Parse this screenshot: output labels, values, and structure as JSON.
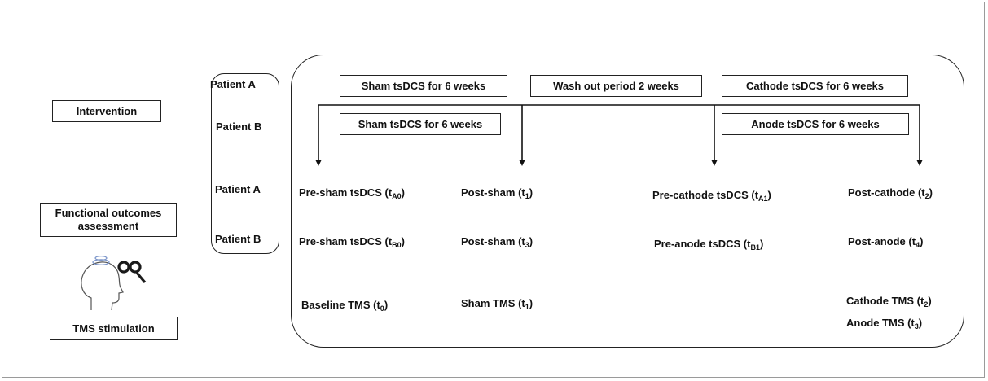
{
  "rows": {
    "intervention": "Intervention",
    "functional": "Functional outcomes assessment",
    "tms": "TMS stimulation"
  },
  "patients": {
    "a_top": "Patient A",
    "b_top": "Patient B",
    "a_bottom": "Patient A",
    "b_bottom": "Patient B"
  },
  "intervention_boxes": {
    "sham_a": "Sham tsDCS for 6 weeks",
    "washout": "Wash out period 2 weeks",
    "cathode": "Cathode tsDCS for 6 weeks",
    "sham_b": "Sham tsDCS for 6 weeks",
    "anode": "Anode tsDCS for 6 weeks"
  },
  "assessments": {
    "a": [
      {
        "text": "Pre-sham tsDCS (t",
        "sub": "A0",
        "end": ")"
      },
      {
        "text": "Post-sham (t",
        "sub": "1",
        "end": ")"
      },
      {
        "text": "Pre-cathode tsDCS (t",
        "sub": "A1",
        "end": ")"
      },
      {
        "text": "Post-cathode (t",
        "sub": "2",
        "end": ")"
      }
    ],
    "b": [
      {
        "text": "Pre-sham tsDCS (t",
        "sub": "B0",
        "end": ")"
      },
      {
        "text": "Post-sham (t",
        "sub": "3",
        "end": ")"
      },
      {
        "text": "Pre-anode tsDCS (t",
        "sub": "B1",
        "end": ")"
      },
      {
        "text": "Post-anode (t",
        "sub": "4",
        "end": ")"
      }
    ]
  },
  "tms_labels": [
    {
      "text": "Baseline TMS (t",
      "sub": "0",
      "end": ")"
    },
    {
      "text": "Sham TMS (t",
      "sub": "1",
      "end": ")"
    },
    {
      "text": "Cathode TMS (t",
      "sub": "2",
      "end": ")"
    },
    {
      "text": "Anode TMS (t",
      "sub": "3",
      "end": ")"
    }
  ],
  "icons": {
    "tms": "head-with-tms-coil-icon"
  }
}
